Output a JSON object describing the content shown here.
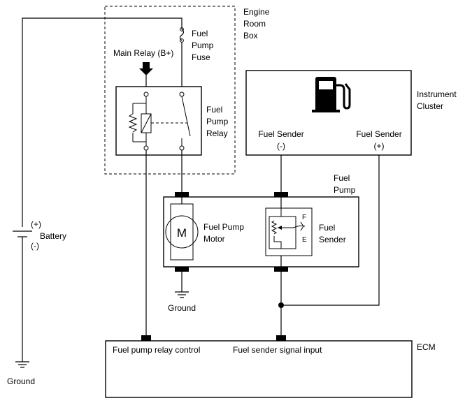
{
  "labels": {
    "engine_room_box": [
      "Engine",
      "Room",
      "Box"
    ],
    "fuel_pump_fuse": [
      "Fuel",
      "Pump",
      "Fuse"
    ],
    "main_relay": "Main Relay (B+)",
    "fuel_pump_relay": [
      "Fuel",
      "Pump",
      "Relay"
    ],
    "instrument_cluster": [
      "Instrument",
      "Cluster"
    ],
    "fuel_sender_neg": [
      "Fuel Sender",
      "(-)"
    ],
    "fuel_sender_pos": [
      "Fuel Sender",
      "(+)"
    ],
    "fuel_pump": [
      "Fuel",
      "Pump"
    ],
    "fuel_pump_motor": [
      "Fuel Pump",
      "Motor"
    ],
    "motor_symbol": "M",
    "fuel_sender": [
      "Fuel",
      "Sender"
    ],
    "gauge_full": "F",
    "gauge_empty": "E",
    "battery_pos": "(+)",
    "battery_neg": "(-)",
    "battery": "Battery",
    "ground_motor": "Ground",
    "ground_battery": "Ground",
    "ecm_relay_control": "Fuel pump relay control",
    "ecm_sender_input": "Fuel sender signal input",
    "ecm": "ECM"
  },
  "icons": {
    "fuel_gauge": "fuel-pump-icon"
  }
}
